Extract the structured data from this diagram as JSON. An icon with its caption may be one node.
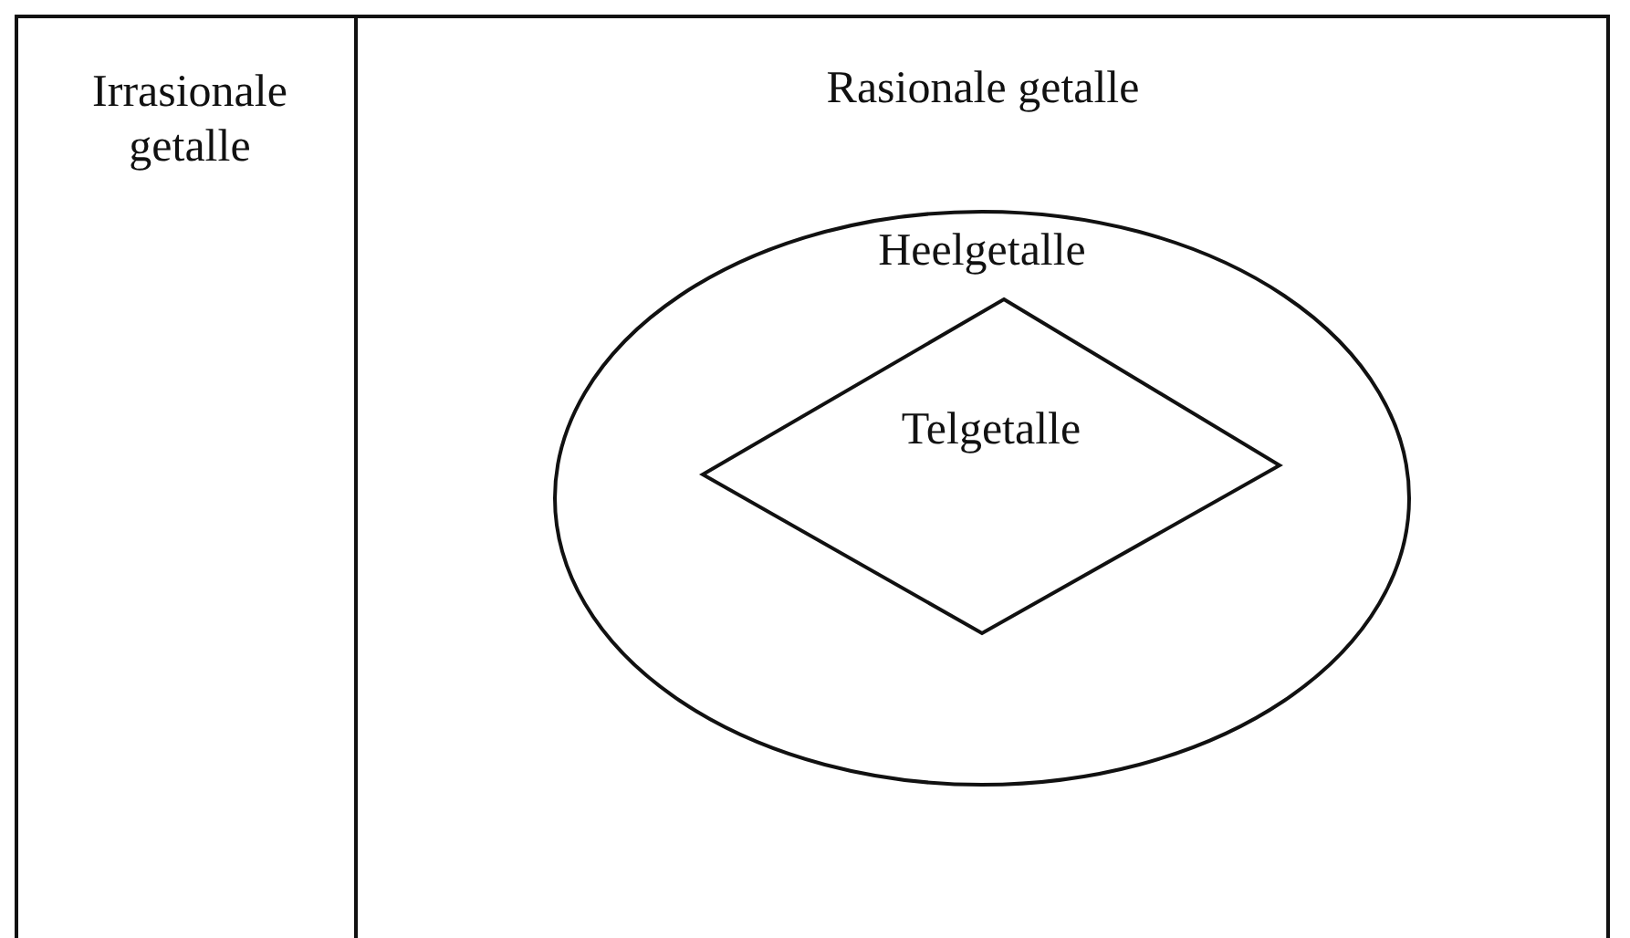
{
  "diagram": {
    "nodes": [
      {
        "text": [
          "Irrasionale getalle"
        ]
      },
      {
        "text": [
          "Rasionale getalle"
        ]
      },
      {
        "text": [
          "Heelgetalle"
        ],
        "in": 1
      },
      {
        "text": [
          "Telgetalle"
        ],
        "in": 2
      }
    ]
  }
}
